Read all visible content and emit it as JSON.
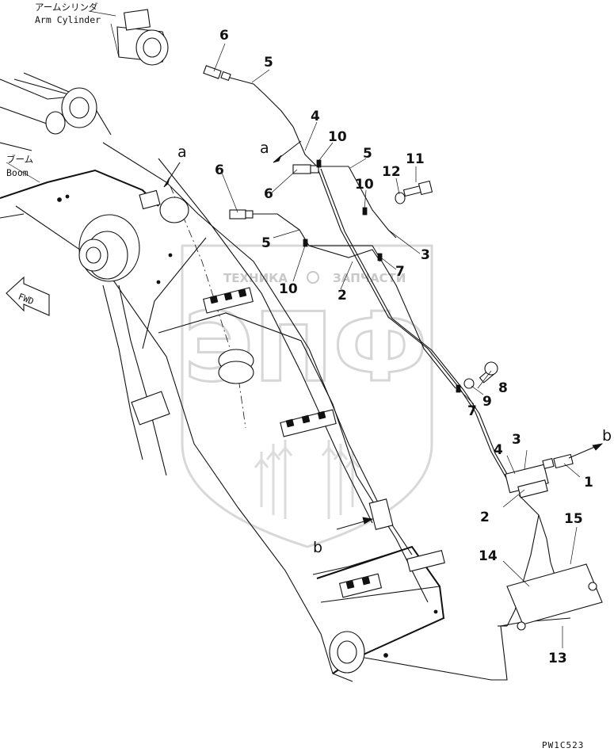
{
  "labels": {
    "arm_cylinder_jp": "アームシリンダ",
    "arm_cylinder_en": "Arm Cylinder",
    "boom_jp": "ブーム",
    "boom_en": "Boom",
    "fwd": "FWD",
    "view_a": "a",
    "view_b": "b",
    "drawing_code": "PW1C523"
  },
  "callouts": {
    "c1": "1",
    "c2": "2",
    "c3": "3",
    "c4": "4",
    "c5": "5",
    "c6": "6",
    "c7": "7",
    "c8": "8",
    "c9": "9",
    "c10": "10",
    "c11": "11",
    "c12": "12",
    "c13": "13",
    "c14": "14",
    "c15": "15"
  },
  "watermark": {
    "brand": "ЭПФ",
    "left_text": "ТЕХНИКА",
    "right_text": "ЗАПЧАСТИ",
    "color": "#c8c8c8"
  }
}
